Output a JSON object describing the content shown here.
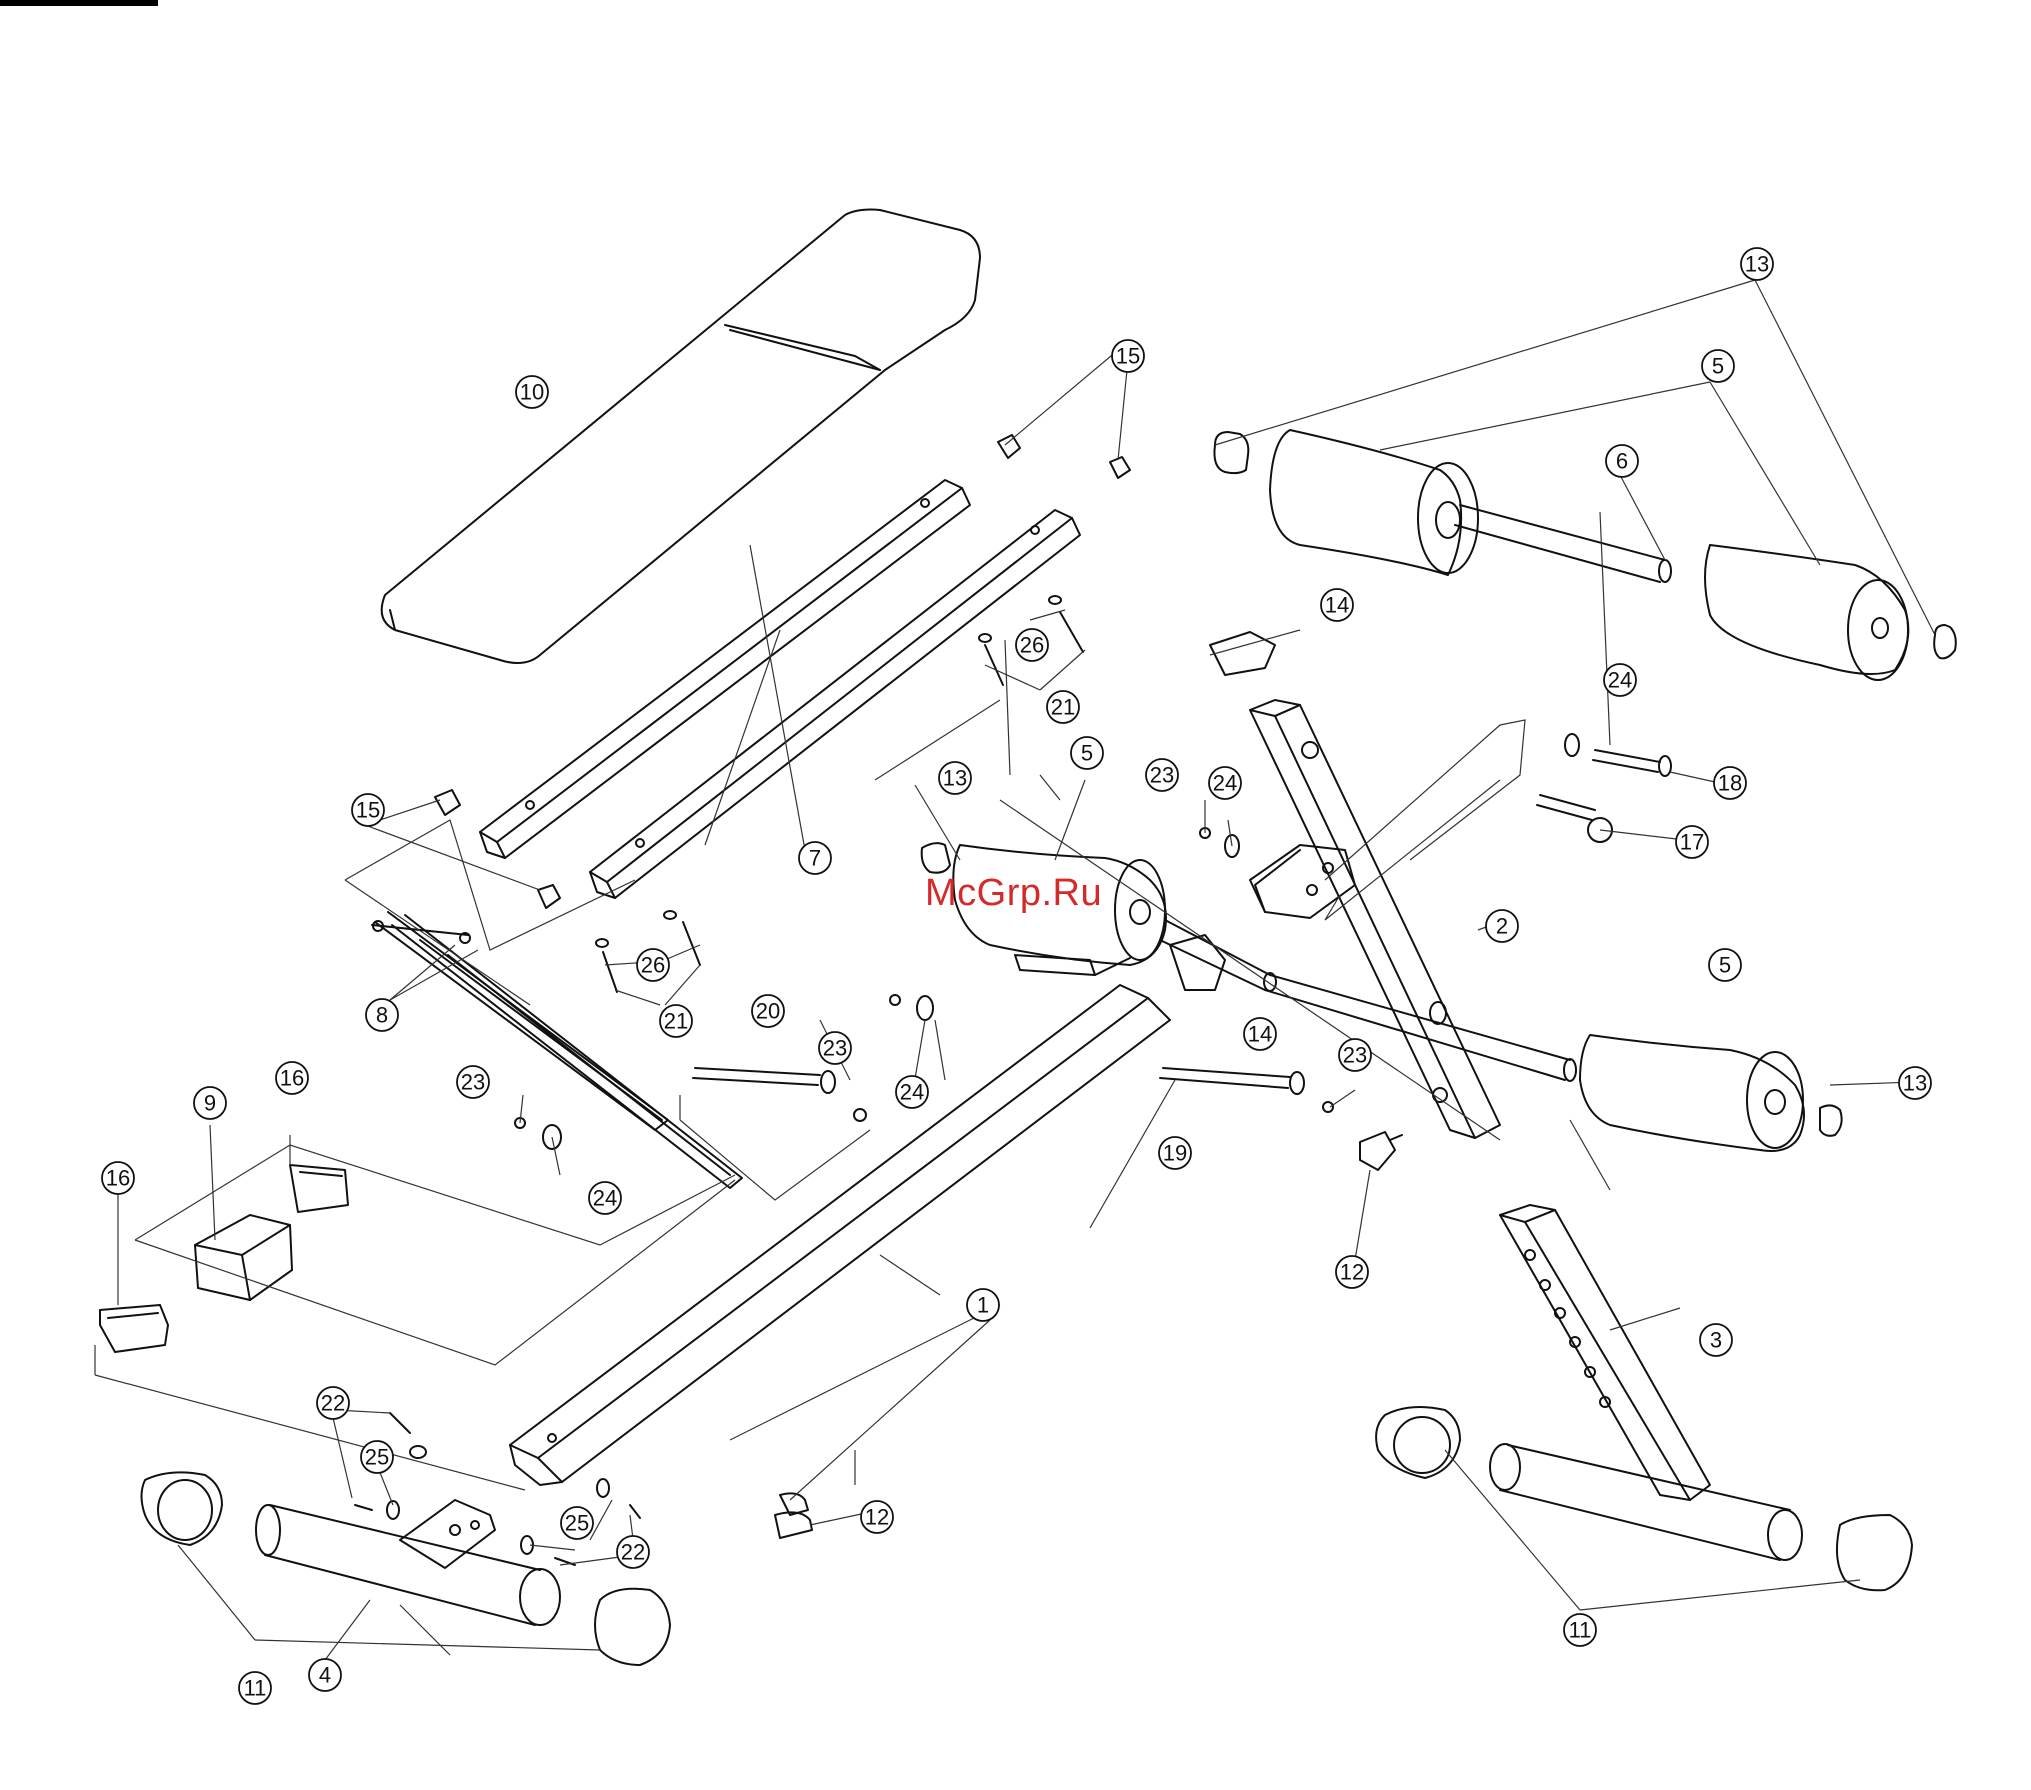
{
  "watermark": "McGrp.Ru",
  "callouts": {
    "c1": "1",
    "c2": "2",
    "c3": "3",
    "c4": "4",
    "c5a": "5",
    "c5b": "5",
    "c5c": "5",
    "c6": "6",
    "c7": "7",
    "c8": "8",
    "c9": "9",
    "c10": "10",
    "c11a": "11",
    "c11b": "11",
    "c12a": "12",
    "c12b": "12",
    "c13a": "13",
    "c13b": "13",
    "c13c": "13",
    "c14a": "14",
    "c14b": "14",
    "c15a": "15",
    "c15b": "15",
    "c16a": "16",
    "c16b": "16",
    "c17": "17",
    "c18": "18",
    "c19": "19",
    "c20": "20",
    "c21a": "21",
    "c21b": "21",
    "c22a": "22",
    "c22b": "22",
    "c23a": "23",
    "c23b": "23",
    "c23c": "23",
    "c23d": "23",
    "c24a": "24",
    "c24b": "24",
    "c24c": "24",
    "c24d": "24",
    "c24e": "24",
    "c25a": "25",
    "c25b": "25",
    "c26a": "26",
    "c26b": "26"
  }
}
